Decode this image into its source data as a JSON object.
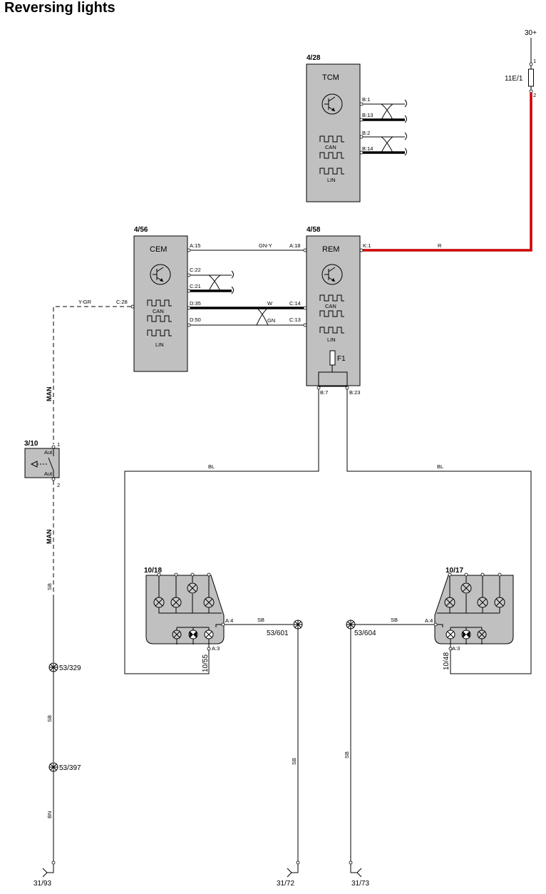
{
  "title": "Reversing lights",
  "supply": {
    "label": "30+",
    "fuse": "11E/1",
    "pin1": "1",
    "pin2": "2"
  },
  "tcm": {
    "id": "4/28",
    "name": "TCM",
    "can": "CAN",
    "lin": "LIN",
    "pins": [
      "B:1",
      "B:13",
      "B:2",
      "B:14"
    ]
  },
  "cem": {
    "id": "4/56",
    "name": "CEM",
    "can": "CAN",
    "lin": "LIN",
    "pins": {
      "a15": "A:15",
      "c22": "C:22",
      "c21": "C:21",
      "c28": "C:28",
      "d35": "D:35",
      "d50": "D:50"
    }
  },
  "rem": {
    "id": "4/58",
    "name": "REM",
    "can": "CAN",
    "lin": "LIN",
    "fuse": "F1",
    "pins": {
      "a18": "A:18",
      "k1": "K:1",
      "c14": "C:14",
      "c13": "C:13",
      "b7": "B:7",
      "b23": "B:23"
    }
  },
  "wires": {
    "gny": "GN-Y",
    "r": "R",
    "w": "W",
    "gn": "GN",
    "ygr": "Y-GR",
    "bl_left": "BL",
    "bl_right": "BL",
    "sb": "SB",
    "bn": "BN",
    "man": "MAN"
  },
  "switch": {
    "id": "3/10",
    "aut": "Aut",
    "pin1": "1",
    "pin2": "2"
  },
  "lamp_left": {
    "id": "10/18",
    "pin_a4": "A:4",
    "pin_a3": "A:3",
    "connector": "10/55"
  },
  "lamp_right": {
    "id": "10/17",
    "pin_a4": "A:4",
    "pin_a3": "A:3",
    "connector": "10/48"
  },
  "splices": {
    "s601": "53/601",
    "s604": "53/604",
    "s329": "53/329",
    "s397": "53/397"
  },
  "grounds": {
    "g93": "31/93",
    "g72": "31/72",
    "g73": "31/73"
  }
}
